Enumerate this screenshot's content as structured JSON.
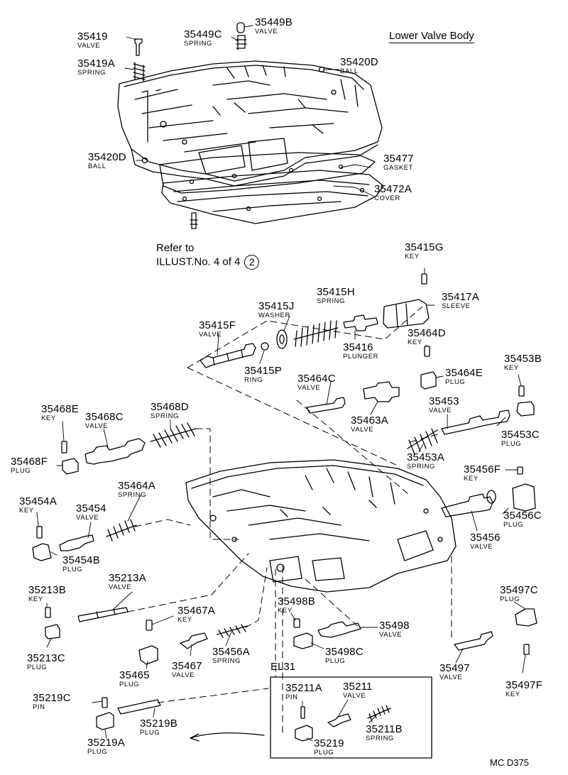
{
  "title": "Lower Valve Body",
  "refer": {
    "line1": "Refer to",
    "line2": "ILLUST.No. 4 of 4",
    "circle": "2"
  },
  "box_label": "EL31",
  "code": "MC D375",
  "parts": [
    {
      "num": "35419",
      "sub": "VALVE"
    },
    {
      "num": "35419A",
      "sub": "SPRING"
    },
    {
      "num": "35449C",
      "sub": "SPRING"
    },
    {
      "num": "35449B",
      "sub": "VALVE"
    },
    {
      "num": "35420D",
      "sub": "BALL"
    },
    {
      "num": "35420D",
      "sub": "BALL"
    },
    {
      "num": "35477",
      "sub": "GASKET"
    },
    {
      "num": "35472A",
      "sub": "COVER"
    },
    {
      "num": "35415G",
      "sub": "KEY"
    },
    {
      "num": "35415H",
      "sub": "SPRING"
    },
    {
      "num": "35417A",
      "sub": "SLEEVE"
    },
    {
      "num": "35415J",
      "sub": "WASHER"
    },
    {
      "num": "35415F",
      "sub": "VALVE"
    },
    {
      "num": "35416",
      "sub": "PLUNGER"
    },
    {
      "num": "35415P",
      "sub": "RING"
    },
    {
      "num": "35464D",
      "sub": "KEY"
    },
    {
      "num": "35464E",
      "sub": "PLUG"
    },
    {
      "num": "35453B",
      "sub": "KEY"
    },
    {
      "num": "35464C",
      "sub": "VALVE"
    },
    {
      "num": "35463A",
      "sub": "VALVE"
    },
    {
      "num": "35453",
      "sub": "VALVE"
    },
    {
      "num": "35453C",
      "sub": "PLUG"
    },
    {
      "num": "35468E",
      "sub": "KEY"
    },
    {
      "num": "35468C",
      "sub": "VALVE"
    },
    {
      "num": "35468D",
      "sub": "SPRING"
    },
    {
      "num": "35468F",
      "sub": "PLUG"
    },
    {
      "num": "35453A",
      "sub": "SPRING"
    },
    {
      "num": "35456F",
      "sub": "KEY"
    },
    {
      "num": "35456C",
      "sub": "PLUG"
    },
    {
      "num": "35464A",
      "sub": "SPRING"
    },
    {
      "num": "35454A",
      "sub": "KEY"
    },
    {
      "num": "35454",
      "sub": "VALVE"
    },
    {
      "num": "35456",
      "sub": "VALVE"
    },
    {
      "num": "35454B",
      "sub": "PLUG"
    },
    {
      "num": "35213A",
      "sub": "VALVE"
    },
    {
      "num": "35213B",
      "sub": "KEY"
    },
    {
      "num": "35497C",
      "sub": "PLUG"
    },
    {
      "num": "35467A",
      "sub": "KEY"
    },
    {
      "num": "35498B",
      "sub": "KEY"
    },
    {
      "num": "35498",
      "sub": "VALVE"
    },
    {
      "num": "35213C",
      "sub": "PLUG"
    },
    {
      "num": "35456A",
      "sub": "SPRING"
    },
    {
      "num": "35498C",
      "sub": "PLUG"
    },
    {
      "num": "35467",
      "sub": "VALVE"
    },
    {
      "num": "35465",
      "sub": "PLUG"
    },
    {
      "num": "35497",
      "sub": "VALVE"
    },
    {
      "num": "35497F",
      "sub": "KEY"
    },
    {
      "num": "35219C",
      "sub": "PIN"
    },
    {
      "num": "35211A",
      "sub": "PIN"
    },
    {
      "num": "35211",
      "sub": "VALVE"
    },
    {
      "num": "35219B",
      "sub": "PLUG"
    },
    {
      "num": "35211B",
      "sub": "SPRING"
    },
    {
      "num": "35219",
      "sub": "PLUG"
    },
    {
      "num": "35219A",
      "sub": "PLUG"
    }
  ]
}
